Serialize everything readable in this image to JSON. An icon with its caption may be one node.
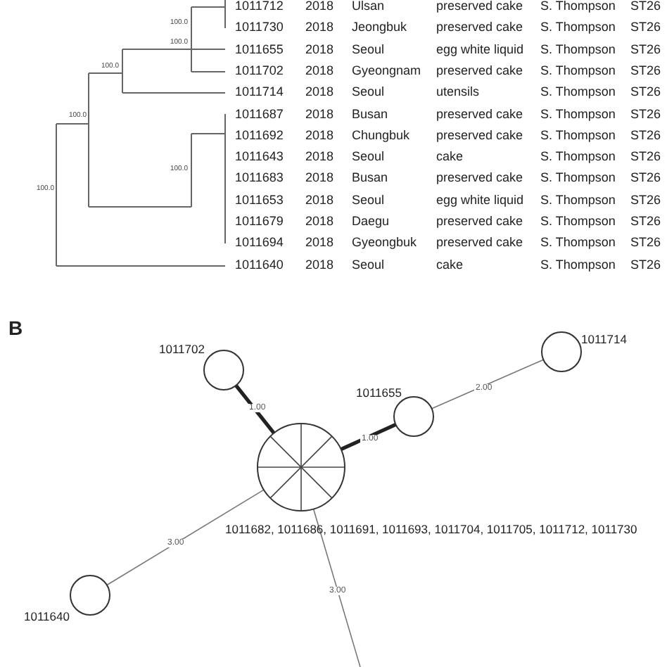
{
  "diagram": {
    "nodes": [
      {
        "text": [
          "1011702"
        ]
      },
      {
        "text": [
          "1011714"
        ]
      },
      {
        "text": [
          "1011655"
        ]
      },
      {
        "text": [
          "1011682, 1011686, 1011691, 1011693, 1011704, 1011705, 1011712, 1011730"
        ]
      },
      {
        "text": [
          "1011640"
        ]
      }
    ],
    "edges": [
      {
        "from": 0,
        "to": 3,
        "arrow": "none",
        "label": "1.00",
        "style": "thick"
      },
      {
        "from": 3,
        "to": 2,
        "arrow": "none",
        "label": "1.00",
        "style": "thick"
      },
      {
        "from": 2,
        "to": 1,
        "arrow": "none",
        "label": "2.00"
      },
      {
        "from": 3,
        "to": 4,
        "arrow": "none",
        "label": "3.00"
      },
      {
        "from": 3,
        "to": null,
        "arrow": "none",
        "label": "3.00"
      }
    ],
    "labels": [
      "100.0",
      "100.0",
      "100.0",
      "100.0",
      "100.0",
      "100.0",
      "1011712",
      "2018",
      "Ulsan",
      "preserved cake",
      "S. Thompson",
      "ST26",
      "1011730",
      "2018",
      "Jeongbuk",
      "preserved cake",
      "S. Thompson",
      "ST26",
      "1011655",
      "2018",
      "Seoul",
      "egg white liquid",
      "S. Thompson",
      "ST26",
      "1011702",
      "2018",
      "Gyeongnam",
      "preserved cake",
      "S. Thompson",
      "ST26",
      "1011714",
      "2018",
      "Seoul",
      "utensils",
      "S. Thompson",
      "ST26",
      "1011687",
      "2018",
      "Busan",
      "preserved cake",
      "S. Thompson",
      "ST26",
      "1011692",
      "2018",
      "Chungbuk",
      "preserved cake",
      "S. Thompson",
      "ST26",
      "1011643",
      "2018",
      "Seoul",
      "cake",
      "S. Thompson",
      "ST26",
      "1011683",
      "2018",
      "Busan",
      "preserved cake",
      "S. Thompson",
      "ST26",
      "1011653",
      "2018",
      "Seoul",
      "egg white liquid",
      "S. Thompson",
      "ST26",
      "1011679",
      "2018",
      "Daegu",
      "preserved cake",
      "S. Thompson",
      "ST26",
      "1011694",
      "2018",
      "Gyeongbuk",
      "preserved cake",
      "S. Thompson",
      "ST26",
      "1011640",
      "2018",
      "Seoul",
      "cake",
      "S. Thompson",
      "ST26",
      "B"
    ]
  }
}
